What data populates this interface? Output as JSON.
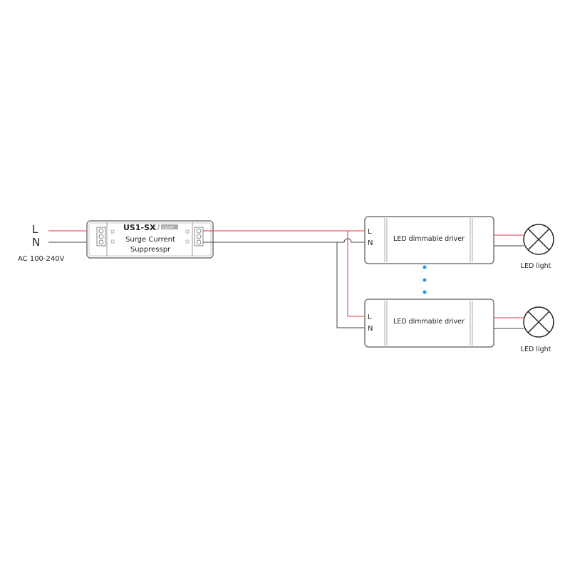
{
  "input": {
    "l_label": "L",
    "n_label": "N",
    "voltage": "AC 100-240V"
  },
  "suppressor": {
    "model": "US1-SX",
    "brand": "LIGHT",
    "name_line1": "Surge Current",
    "name_line2": "Suppresspr"
  },
  "drivers": [
    {
      "label": "LED dimmable driver",
      "l_label": "L",
      "n_label": "N",
      "lamp_label": "LED light"
    },
    {
      "label": "LED dimmable driver",
      "l_label": "L",
      "n_label": "N",
      "lamp_label": "LED light"
    }
  ],
  "colors": {
    "live": "#e8354a",
    "neutral": "#444444",
    "dots": "#1e9be8",
    "box": "#666666"
  }
}
